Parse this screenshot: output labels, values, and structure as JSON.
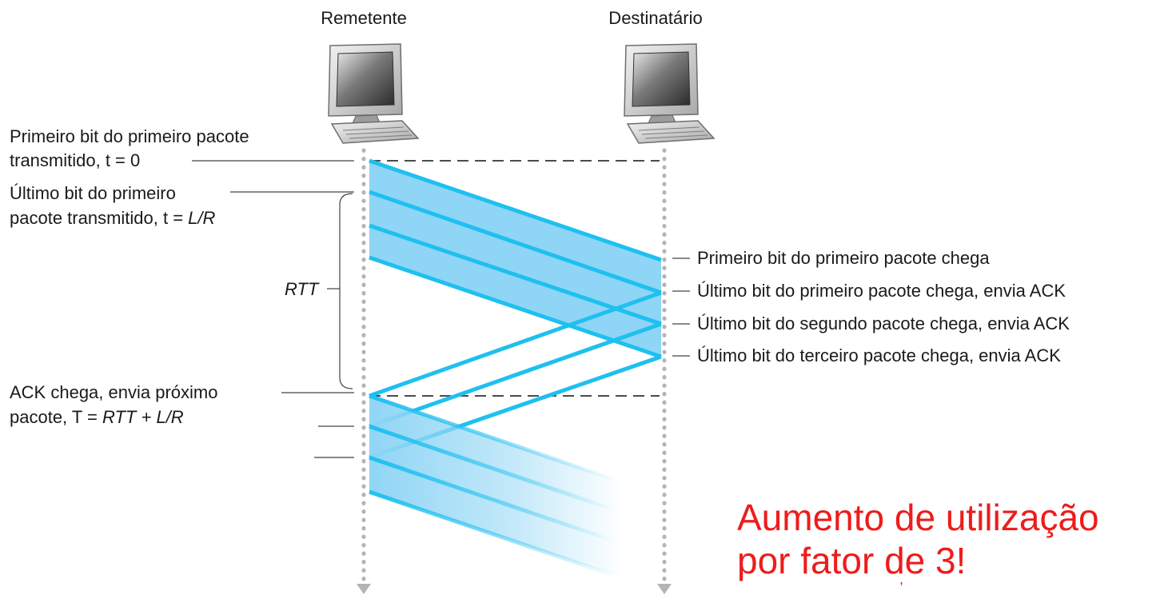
{
  "sender": {
    "label": "Remetente"
  },
  "receiver": {
    "label": "Destinatário"
  },
  "left_annotations": {
    "first_bit_line1": "Primeiro bit do primeiro pacote",
    "first_bit_line2": "transmitido, t = 0",
    "last_bit_line1": "Último bit do primeiro",
    "last_bit_line2_prefix": "pacote transmitido, t = ",
    "last_bit_line2_formula": "L/R",
    "rtt": "RTT",
    "ack_line1": "ACK chega, envia próximo",
    "ack_line2_prefix": "pacote, T = ",
    "ack_line2_formula": "RTT + L/R"
  },
  "right_annotations": [
    "Primeiro bit do primeiro pacote chega",
    "Último bit do primeiro pacote chega, envia ACK",
    "Último bit do segundo pacote chega, envia ACK",
    "Último bit do terceiro pacote chega, envia ACK"
  ],
  "highlight": {
    "line1": "Aumento de utilização",
    "line2": "por fator de 3!",
    "stray_mark": ","
  },
  "colors": {
    "packet_fill": "#8fd5f5",
    "packet_line": "#1ec0f0",
    "highlight_text": "#ee1c1c",
    "timeline": "#b4b4b4"
  }
}
